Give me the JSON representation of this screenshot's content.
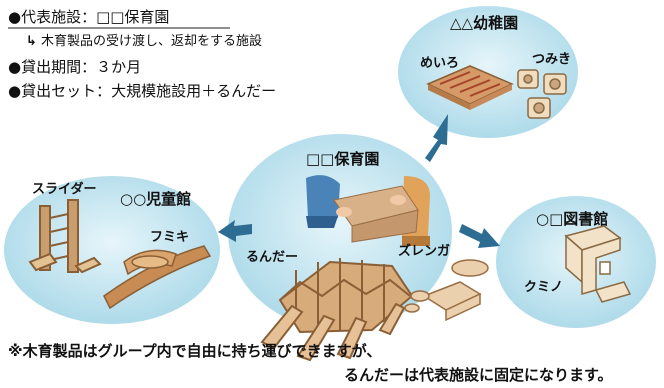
{
  "info": {
    "rep_facility": "●代表施設：□□保育園",
    "sub_note": "木育製品の受け渡し、返却をする施設",
    "arrow_glyph": "↳",
    "loan_period": "●貸出期間：３か月",
    "loan_set": "●貸出セット：大規模施設用＋るんだー"
  },
  "hubs": {
    "center": {
      "title": "□□保育園",
      "items": [
        "るんだー",
        "ズレンガ"
      ]
    },
    "top": {
      "title": "△△幼稚園",
      "items": [
        "めいろ",
        "つみき"
      ]
    },
    "left": {
      "title": "○○児童館",
      "items": [
        "スライダー",
        "フミキ"
      ]
    },
    "right": {
      "title": "○□図書館",
      "items": [
        "クミノ"
      ]
    }
  },
  "footnote": {
    "line1": "※木育製品はグループ内で自由に持ち運びできますが、",
    "line2": "るんだーは代表施設に固定になります。"
  },
  "colors": {
    "circle_fill": "#bfe3ee",
    "circle_edge": "#ffffff",
    "arrow_blue": "#2d6d93",
    "wood_light": "#e9c79a",
    "wood_dark": "#a97843"
  }
}
